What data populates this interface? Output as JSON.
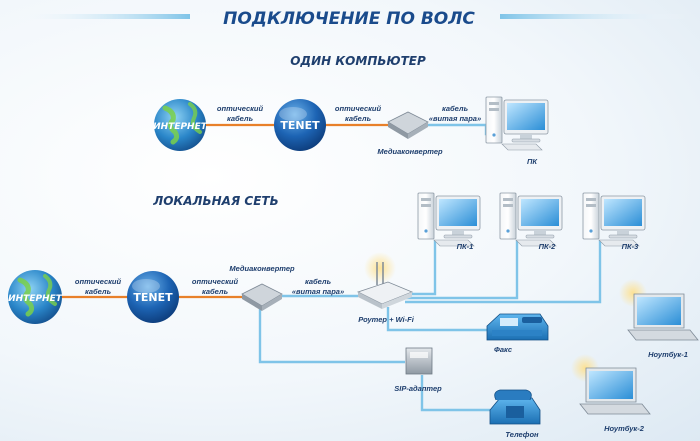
{
  "title": "ПОДКЛЮЧЕНИЕ ПО ВОЛС",
  "section_single": "ОДИН КОМПЬЮТЕР",
  "section_lan": "ЛОКАЛЬНАЯ СЕТЬ",
  "globe_text": "ИНТЕРНЕТ",
  "tenet_text": "TENET",
  "labels": {
    "optical_1": "оптический",
    "optical_2": "кабель",
    "twisted_1": "кабель",
    "twisted_2": "«витая пара»"
  },
  "devices": {
    "mediaconverter": "Медиаконвертер",
    "pc": "ПК",
    "pc1": "ПК-1",
    "pc2": "ПК-2",
    "pc3": "ПК-3",
    "router": "Роутер + Wi-Fi",
    "fax": "Факс",
    "sip": "SIP-адаптер",
    "phone": "Телефон",
    "laptop1": "Ноутбук-1",
    "laptop2": "Ноутбук-2"
  },
  "colors": {
    "fiber": "#e8802a",
    "twisted": "#7fc4e8",
    "title": "#1a4b8c",
    "line_accent": "#7fc4e8"
  }
}
